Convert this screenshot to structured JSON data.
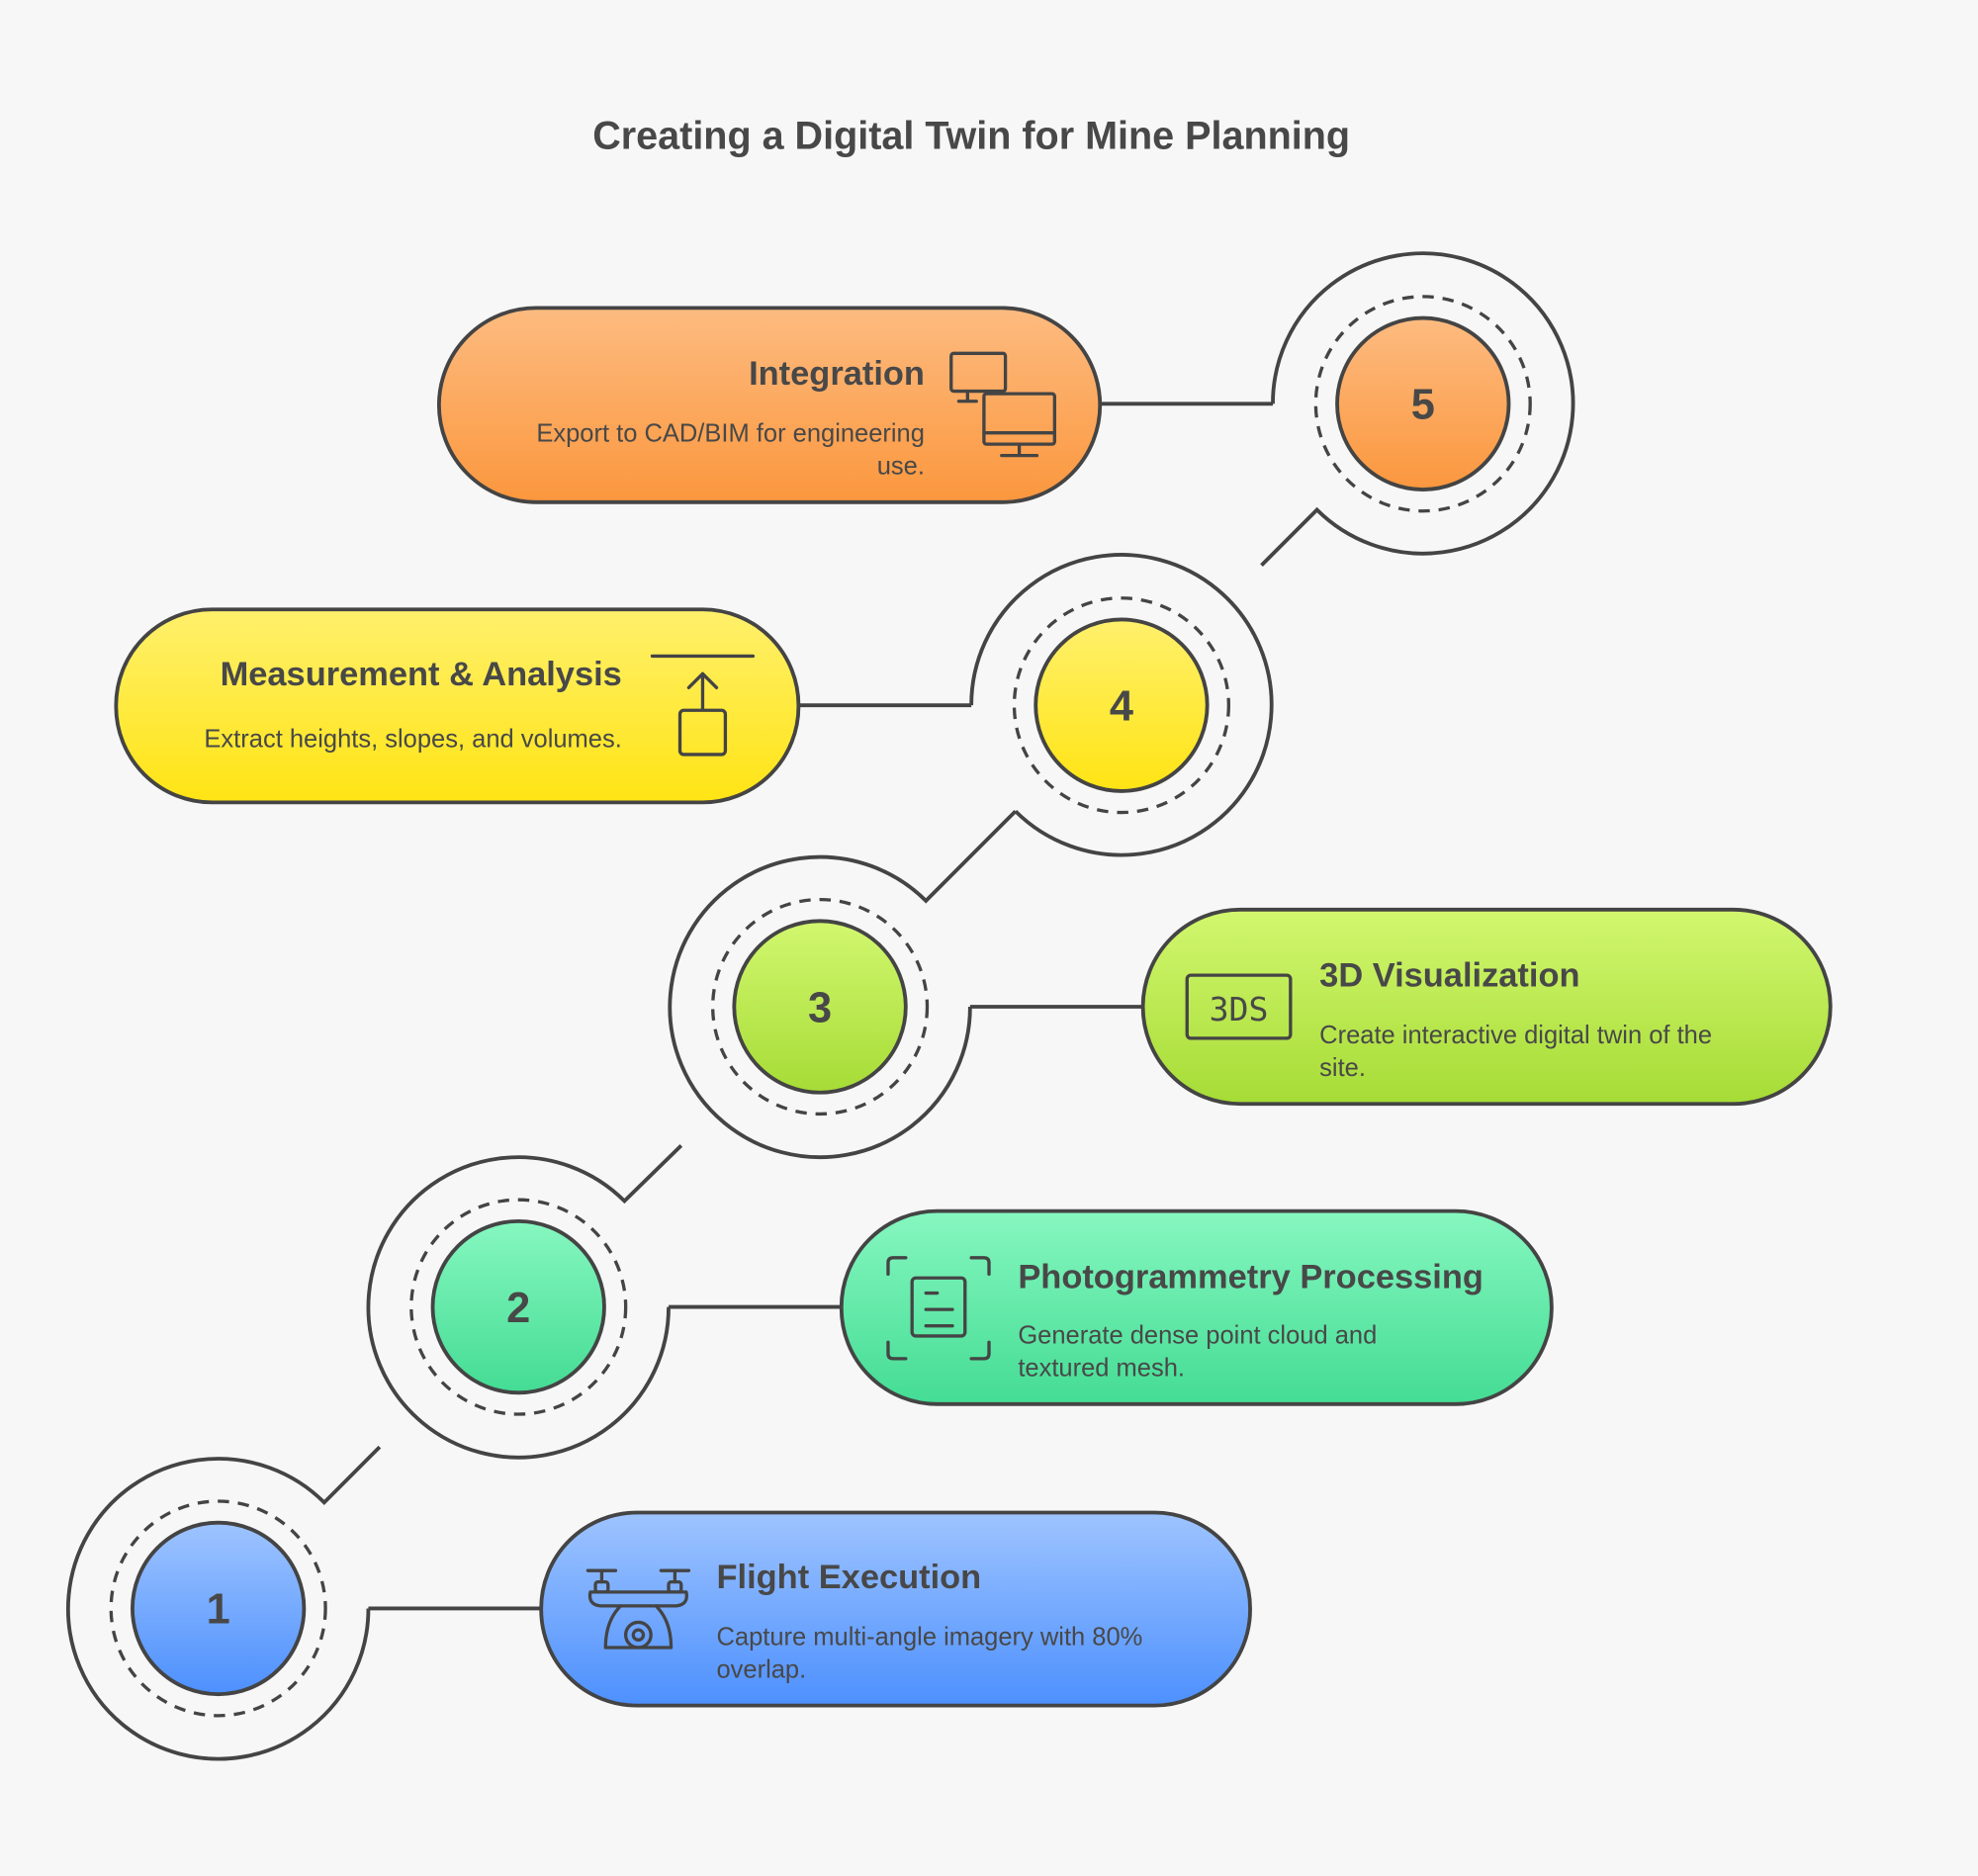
{
  "title": "Creating a Digital Twin for Mine Planning",
  "steps": [
    {
      "number": "1",
      "title": "Flight Execution",
      "desc": [
        "Capture multi-angle imagery with 80%",
        "overlap."
      ],
      "icon": "drone-icon",
      "color_top": "#9ec4ff",
      "color_bottom": "#4d90fe"
    },
    {
      "number": "2",
      "title": "Photogrammetry Processing",
      "desc": [
        "Generate dense point cloud and",
        "textured mesh."
      ],
      "icon": "document-scan-icon",
      "color_top": "#86f7c0",
      "color_bottom": "#44dc94"
    },
    {
      "number": "3",
      "title": "3D Visualization",
      "desc": [
        "Create interactive digital twin of the",
        "site."
      ],
      "icon": "3ds-file-icon",
      "icon_text": "3DS",
      "color_top": "#d2f76f",
      "color_bottom": "#a6dc36"
    },
    {
      "number": "4",
      "title": "Measurement & Analysis",
      "desc": [
        "Extract heights, slopes, and volumes."
      ],
      "icon": "height-measure-icon",
      "color_top": "#fff06c",
      "color_bottom": "#ffe414"
    },
    {
      "number": "5",
      "title": "Integration",
      "desc": [
        "Export to CAD/BIM for engineering",
        "use."
      ],
      "icon": "monitors-icon",
      "color_top": "#fdbb80",
      "color_bottom": "#fb973e"
    }
  ]
}
